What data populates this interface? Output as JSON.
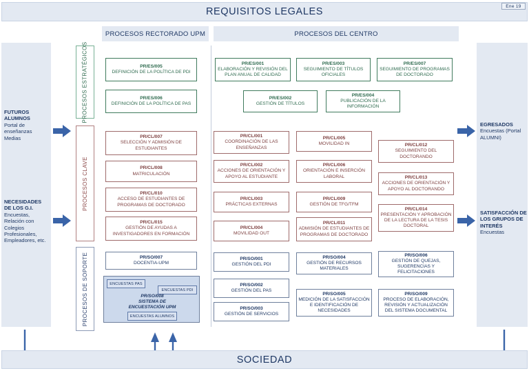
{
  "header": {
    "title": "REQUISITOS LEGALES",
    "date_badge": "Ene 19"
  },
  "footer": {
    "title": "SOCIEDAD"
  },
  "column_headers": {
    "rectorado": "PROCESOS RECTORADO UPM",
    "centro": "PROCESOS DEL CENTRO"
  },
  "categories": [
    {
      "id": "estrategicos",
      "label": "PROCESOS ESTRATÉGICOS",
      "color": "#2f6b4f"
    },
    {
      "id": "clave",
      "label": "PROCESOS CLAVE",
      "color": "#8d4b4b"
    },
    {
      "id": "soporte",
      "label": "PROCESOS DE SOPORTE",
      "color": "#2f4470"
    }
  ],
  "stakeholders_left": [
    {
      "title": "FUTUROS ALUMNOS",
      "detail": "Portal de enseñanzas Medias"
    },
    {
      "title": "NECESIDADES DE LOS G.I.",
      "detail": "Encuestas, Relación con Colegios Profesionales, Empleadores, etc."
    }
  ],
  "stakeholders_right": [
    {
      "title": "EGRESADOS",
      "detail": "Encuestas (Portal ALUMNI)"
    },
    {
      "title": "SATISFACCIÓN DE LOS GRUPOS DE INTERÉS",
      "detail": "Encuestas"
    }
  ],
  "processes": {
    "estrategicos_rectorado": [
      {
        "code": "PR/ES/005",
        "name": "DEFINICIÓN DE LA POLÍTICA DE PDI"
      },
      {
        "code": "PR/ES/006",
        "name": "DEFINICIÓN DE LA POLÍTICA DE PAS"
      }
    ],
    "estrategicos_centro": [
      {
        "code": "PR/ES/001",
        "name": "ELABORACIÓN Y REVISIÓN DEL PLAN ANUAL DE CALIDAD"
      },
      {
        "code": "PR/ES/003",
        "name": "SEGUIMIENTO DE TÍTULOS OFICIALES"
      },
      {
        "code": "PR/ES/007",
        "name": "SEGUIMIENTO DE PROGRAMAS DE DOCTORADO"
      },
      {
        "code": "PR/ES/002",
        "name": "GESTIÓN DE TÍTULOS"
      },
      {
        "code": "PR/ES/004",
        "name": "PUBLICACIÓN DE LA INFORMACIÓN"
      }
    ],
    "clave_rectorado": [
      {
        "code": "PR/CL/007",
        "name": "SELECCIÓN Y ADMISIÓN DE ESTUDIANTES"
      },
      {
        "code": "PR/CL/008",
        "name": "MATRICULACIÓN"
      },
      {
        "code": "PR/CL/010",
        "name": "ACCESO DE ESTUDIANTES DE PROGRAMAS DE DOCTORADO"
      },
      {
        "code": "PR/CL/015",
        "name": "GESTIÓN DE AYUDAS A INVESTIGADORES EN FORMACIÓN"
      }
    ],
    "clave_centro_col1": [
      {
        "code": "PR/CL/001",
        "name": "COORDINACIÓN DE LAS ENSEÑANZAS"
      },
      {
        "code": "PR/CL/002",
        "name": "ACCIONES DE ORIENTACIÓN Y APOYO AL ESTUDIANTE"
      },
      {
        "code": "PR/CL/003",
        "name": "PRÁCTICAS EXTERNAS"
      },
      {
        "code": "PR/CL/004",
        "name": "MOVILIDAD OUT"
      }
    ],
    "clave_centro_col2": [
      {
        "code": "PR/CL/005",
        "name": "MOVILIDAD IN"
      },
      {
        "code": "PR/CL/006",
        "name": "ORIENTACIÓN E INSERCIÓN LABORAL"
      },
      {
        "code": "PR/CL/009",
        "name": "GESTIÓN DE TFG/TFM"
      },
      {
        "code": "PR/CL/011",
        "name": "ADMISIÓN DE ESTUDIANTES DE PROGRAMAS DE DOCTORADO"
      }
    ],
    "clave_centro_col3": [
      {
        "code": "PR/CL/012",
        "name": "SEGUIMIENTO DEL DOCTORANDO"
      },
      {
        "code": "PR/CL/013",
        "name": "ACCIONES DE ORIENTACIÓN Y APOYO AL DOCTORANDO"
      },
      {
        "code": "PR/CL/014",
        "name": "PRESENTACIÓN Y APROBACIÓN DE LA LECTURA DE LA TESIS DOCTORAL"
      }
    ],
    "soporte_rectorado": [
      {
        "code": "PR/SO/007",
        "name": "DOCENTIA-UPM"
      }
    ],
    "soporte_centro_col1": [
      {
        "code": "PR/SO/001",
        "name": "GESTIÓN DEL PDI"
      },
      {
        "code": "PR/SO/002",
        "name": "GESTIÓN DEL PAS"
      },
      {
        "code": "PR/SO/003",
        "name": "GESTIÓN DE SERVICIOS"
      }
    ],
    "soporte_centro_col2": [
      {
        "code": "PR/SO/004",
        "name": "GESTIÓN DE RECURSOS MATERIALES"
      },
      {
        "code": "PR/SO/005",
        "name": "MEDICIÓN DE LA SATISFACCIÓN E IDENTIFICACIÓN DE NECESIDADES"
      }
    ],
    "soporte_centro_col3": [
      {
        "code": "PR/SO/006",
        "name": "GESTIÓN DE QUEJAS, SUGERENCIAS Y FELICITACIONES"
      },
      {
        "code": "PR/SO/009",
        "name": "PROCESO DE ELABORACIÓN, REVISIÓN Y ACTUALIZACIÓN DEL SISTEMA DOCUMENTAL"
      }
    ]
  },
  "encuestas_group": {
    "code": "PR/SO/008",
    "title_line1": "SISTEMA DE",
    "title_line2": "ENCUESTACIÓN UPM",
    "sub_pas": "ENCUESTAS PAS",
    "sub_pdi": "ENCUESTAS PDI",
    "sub_alumnos": "ENCUESTAS ALUMNOS"
  },
  "colors": {
    "band_bg": "#e3e9f2",
    "text_navy": "#1f3864",
    "arrow_blue": "#3a64a8",
    "estrategicos": "#2f6b4f",
    "clave": "#8d4b4b",
    "soporte": "#2f4470"
  }
}
